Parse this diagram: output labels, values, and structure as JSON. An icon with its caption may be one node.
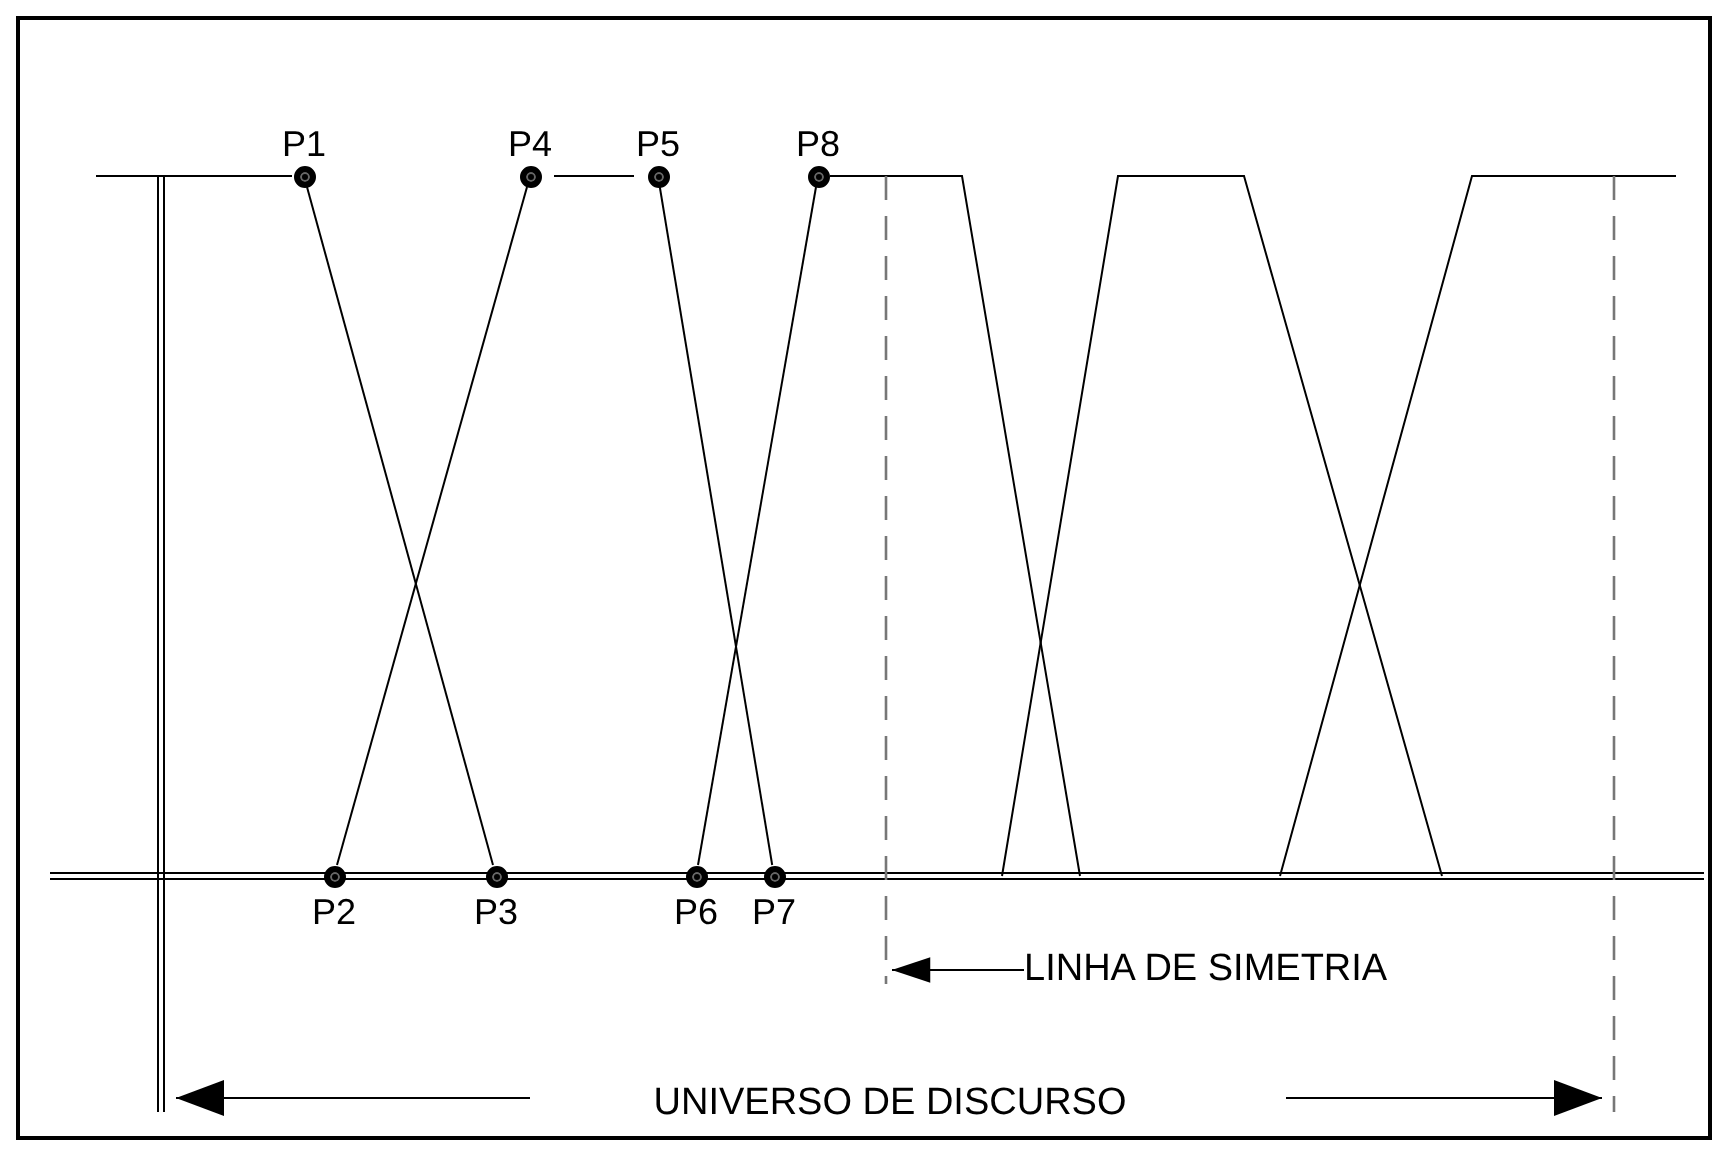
{
  "diagram": {
    "nodes": [
      {
        "text": [
          "P1"
        ]
      },
      {
        "text": [
          "P2"
        ]
      },
      {
        "text": [
          "P3"
        ]
      },
      {
        "text": [
          "P4"
        ]
      },
      {
        "text": [
          "P5"
        ]
      },
      {
        "text": [
          "P6"
        ]
      },
      {
        "text": [
          "P7"
        ]
      },
      {
        "text": [
          "P8"
        ]
      },
      {
        "text": [
          "LINHA DE SIMETRIA"
        ]
      },
      {
        "text": [],
        "shape": "line"
      }
    ],
    "edges": [
      {
        "from": 0,
        "to": 2,
        "arrow": "none"
      },
      {
        "from": 3,
        "to": 1,
        "arrow": "none"
      },
      {
        "from": 3,
        "to": 4,
        "arrow": "none"
      },
      {
        "from": 4,
        "to": 6,
        "arrow": "none"
      },
      {
        "from": 7,
        "to": 5,
        "arrow": "none"
      },
      {
        "from": 8,
        "to": 9,
        "arrow": "to"
      }
    ],
    "labels": [
      "UNIVERSO DE DISCURSO"
    ]
  }
}
